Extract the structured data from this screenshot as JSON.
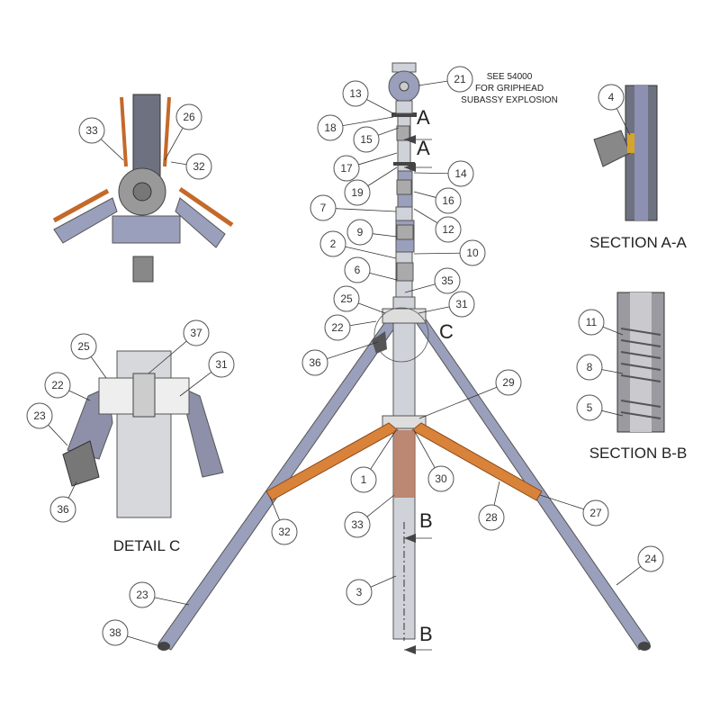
{
  "note": [
    "SEE 54000",
    "FOR GRIPHEAD",
    "SUBASSY EXPLOSION"
  ],
  "section_markers": {
    "a_upper": "A",
    "a_lower": "A",
    "c": "C",
    "b_upper": "B",
    "b_lower": "B"
  },
  "titles": {
    "section_aa": "SECTION A-A",
    "section_bb": "SECTION B-B",
    "detail_c": "DETAIL C"
  },
  "main_callouts": [
    "21",
    "13",
    "18",
    "15",
    "17",
    "19",
    "14",
    "16",
    "7",
    "12",
    "9",
    "2",
    "10",
    "6",
    "35",
    "25",
    "31",
    "22",
    "36",
    "29",
    "1",
    "30",
    "33",
    "32",
    "28",
    "27",
    "24",
    "23",
    "38",
    "3"
  ],
  "detail_c_callouts": [
    "25",
    "37",
    "31",
    "22",
    "23",
    "36"
  ],
  "top_view_callouts": [
    "33",
    "26",
    "32"
  ],
  "section_aa_callouts": [
    "4"
  ],
  "section_bb_callouts": [
    "11",
    "8",
    "5"
  ],
  "colors": {
    "tube": "#cfd2d8",
    "leg": "#9a9fbc",
    "brace": "#d9823a"
  }
}
